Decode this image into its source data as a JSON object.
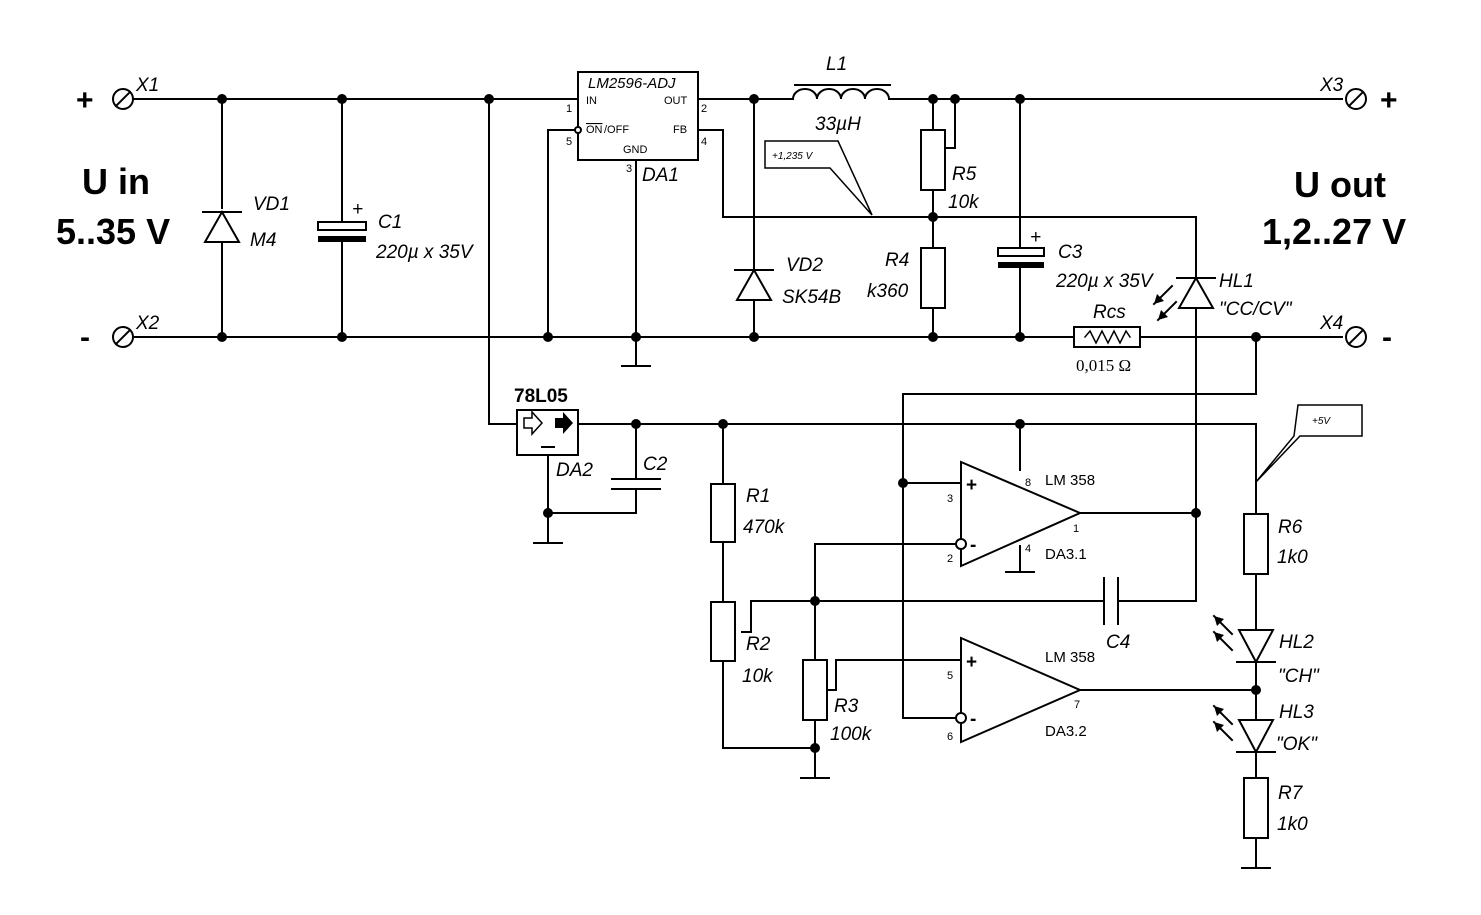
{
  "input": {
    "label": "U in",
    "range": "5..35 V",
    "plus": "+",
    "minus": "-",
    "terminal_plus": "X1",
    "terminal_minus": "X2"
  },
  "output": {
    "label": "U out",
    "range": "1,2..27 V",
    "plus": "+",
    "minus": "-",
    "terminal_plus": "X3",
    "terminal_minus": "X4"
  },
  "da1": {
    "part": "LM2596-ADJ",
    "ref": "DA1",
    "pin_in": "IN",
    "pin_out": "OUT",
    "pin_onoff_bar": "ON",
    "pin_onoff_rest": "/OFF",
    "pin_fb": "FB",
    "pin_gnd": "GND",
    "n1": "1",
    "n2": "2",
    "n3": "3",
    "n4": "4",
    "n5": "5"
  },
  "da2": {
    "part": "78L05",
    "ref": "DA2"
  },
  "da31": {
    "part": "LM 358",
    "ref": "DA3.1",
    "n3": "3",
    "n2": "2",
    "n1": "1",
    "n8": "8",
    "n4": "4"
  },
  "da32": {
    "part": "LM 358",
    "ref": "DA3.2",
    "n5": "5",
    "n6": "6",
    "n7": "7"
  },
  "components": {
    "vd1": {
      "ref": "VD1",
      "value": "M4"
    },
    "c1": {
      "ref": "C1",
      "value": "220µ x 35V"
    },
    "l1": {
      "ref": "L1",
      "value": "33µH"
    },
    "vd2": {
      "ref": "VD2",
      "value": "SK54B"
    },
    "r5": {
      "ref": "R5",
      "value": "10k"
    },
    "r4": {
      "ref": "R4",
      "value": "k360"
    },
    "c3": {
      "ref": "C3",
      "value": "220µ x 35V"
    },
    "hl1": {
      "ref": "HL1",
      "value": "\"CC/CV\""
    },
    "rcs": {
      "ref": "Rcs",
      "value": "0,015 Ω"
    },
    "c2": {
      "ref": "C2"
    },
    "r1": {
      "ref": "R1",
      "value": "470k"
    },
    "r2": {
      "ref": "R2",
      "value": "10k"
    },
    "r3": {
      "ref": "R3",
      "value": "100k"
    },
    "c4": {
      "ref": "C4"
    },
    "r6": {
      "ref": "R6",
      "value": "1k0"
    },
    "hl2": {
      "ref": "HL2",
      "value": "\"CH\""
    },
    "hl3": {
      "ref": "HL3",
      "value": "\"OK\""
    },
    "r7": {
      "ref": "R7",
      "value": "1k0"
    }
  },
  "notes": {
    "fb_voltage": "+1,235 V",
    "supply": "+5V"
  },
  "polarity": {
    "plus": "+",
    "plus_op": "+",
    "minus_op": "-"
  }
}
